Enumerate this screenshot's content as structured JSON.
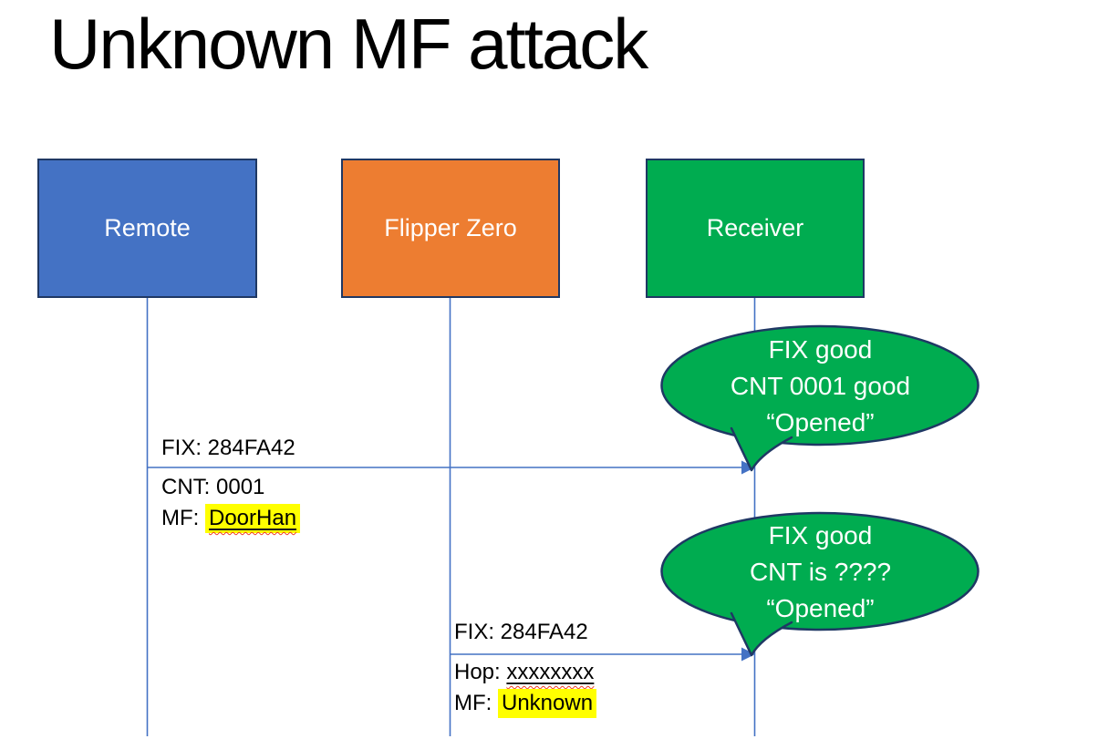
{
  "title": "Unknown MF attack",
  "actors": [
    {
      "label": "Remote",
      "fill": "#4472C4"
    },
    {
      "label": "Flipper Zero",
      "fill": "#ED7D31"
    },
    {
      "label": "Receiver",
      "fill": "#00AC50"
    }
  ],
  "messages": [
    {
      "from": "Remote",
      "to": "Receiver",
      "line1": "FIX: 284FA42",
      "line2": "CNT: 0001",
      "line3_label": "MF: ",
      "line3_value": "DoorHan"
    },
    {
      "from": "Flipper Zero",
      "to": "Receiver",
      "line1": "FIX: 284FA42",
      "line2_label": "Hop: ",
      "line2_value": "xxxxxxxx",
      "line3_label": "MF: ",
      "line3_value": "Unknown"
    }
  ],
  "bubbles": [
    {
      "line1": "FIX good",
      "line2": "CNT 0001 good",
      "line3": "“Opened”"
    },
    {
      "line1": "FIX good",
      "line2": "CNT is ????",
      "line3": "“Opened”"
    }
  ],
  "colors": {
    "remote_fill": "#4472C4",
    "flipper_fill": "#ED7D31",
    "receiver_fill": "#00AC50",
    "bubble_fill": "#00AC50",
    "shape_border": "#1F3864",
    "line_blue": "#4472C4",
    "highlight_yellow": "#FFFF00",
    "underline_solid": "#1A1A1A",
    "squiggle_red": "#EE3A24",
    "title_color": "#000000",
    "label_color": "#000000",
    "actor_text": "#FFFFFF",
    "bubble_text": "#FFFFFF"
  }
}
